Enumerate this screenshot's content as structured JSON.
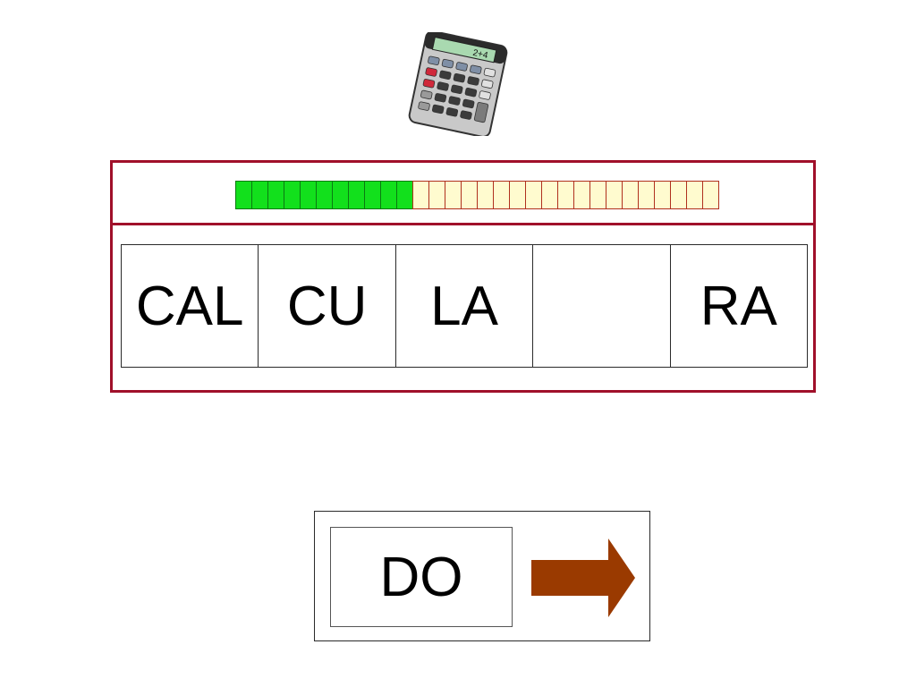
{
  "calculator": {
    "display_text": "2+4",
    "icon": "calculator-icon"
  },
  "progress": {
    "total_segments": 30,
    "completed_segments": 11,
    "completed_color": "#12e01c",
    "pending_color": "#fffbcf"
  },
  "word": {
    "syllables": [
      "CAL",
      "CU",
      "LA",
      "",
      "RA"
    ],
    "missing_index": 3
  },
  "answer": {
    "option_label": "DO",
    "next_icon": "right-arrow-icon",
    "arrow_color": "#9a3a00"
  },
  "frame_color": "#a0102a"
}
